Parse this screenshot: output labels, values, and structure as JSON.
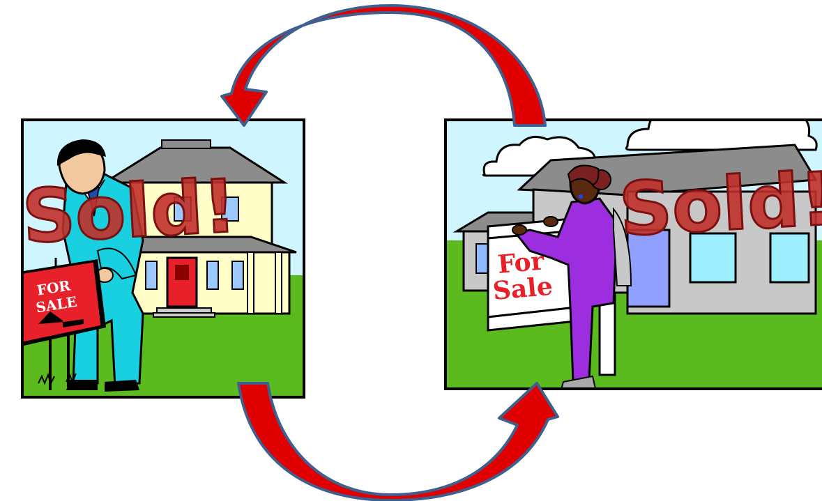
{
  "scene_left": {
    "stamp": "Sold!",
    "sign_line1": "FOR",
    "sign_line2": "SALE"
  },
  "scene_right": {
    "stamp": "Sold!",
    "sign_line1": "For",
    "sign_line2": "Sale"
  },
  "colors": {
    "arrow_fill": "#e00000",
    "arrow_outline": "#3f5f8f",
    "sky": "#cff6ff",
    "grass": "#5aba1e",
    "stamp": "#c0302a",
    "sign_red": "#e8202a"
  }
}
